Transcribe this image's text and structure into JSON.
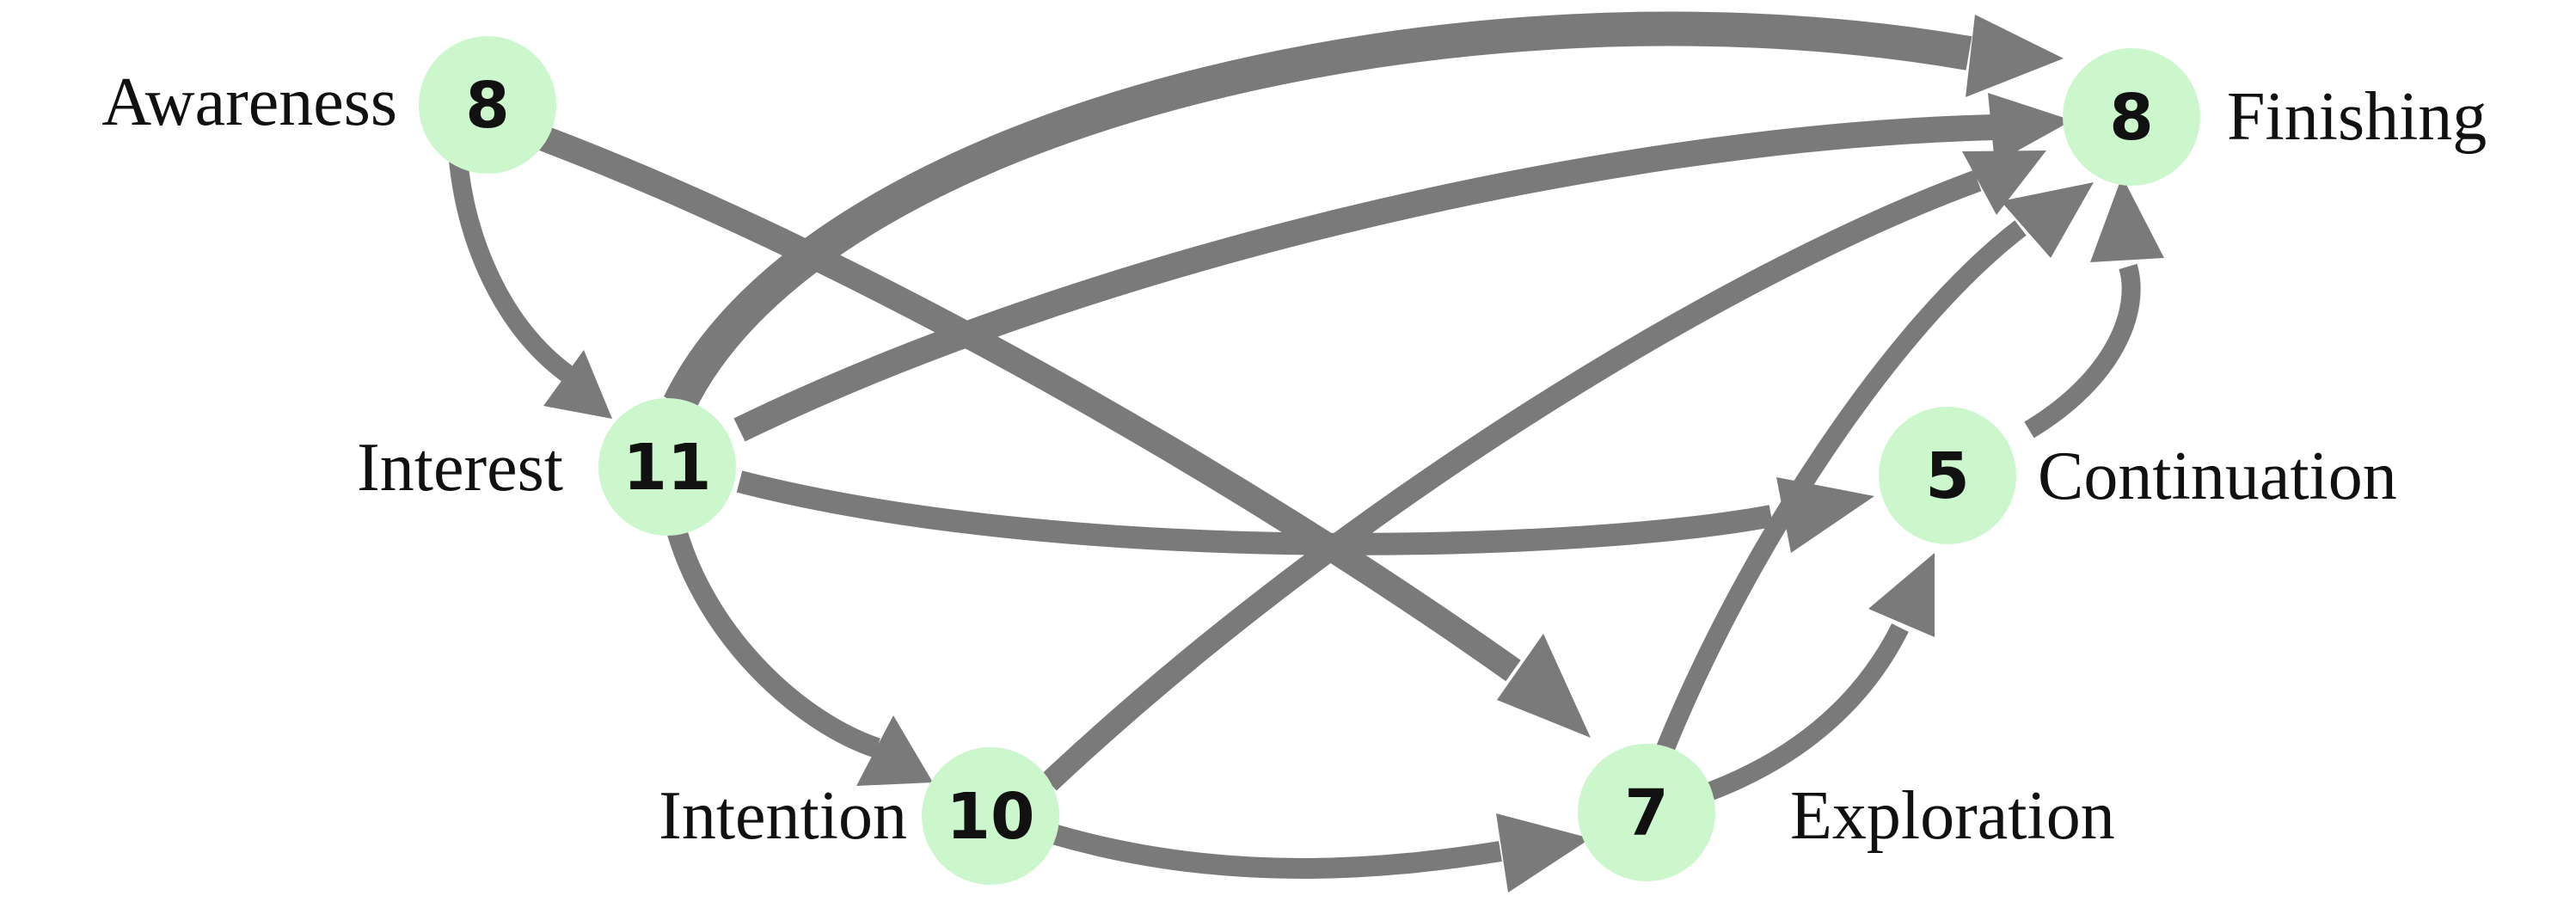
{
  "colors": {
    "edge": "#7a7a7a",
    "node_fill": "#ccf7cc",
    "text": "#111111",
    "background": "#ffffff"
  },
  "nodes": [
    {
      "id": "awareness",
      "count": "8",
      "label": "Awareness"
    },
    {
      "id": "interest",
      "count": "11",
      "label": "Interest"
    },
    {
      "id": "intention",
      "count": "10",
      "label": "Intention"
    },
    {
      "id": "exploration",
      "count": "7",
      "label": "Exploration"
    },
    {
      "id": "continuation",
      "count": "5",
      "label": "Continuation"
    },
    {
      "id": "finishing",
      "count": "8",
      "label": "Finishing"
    }
  ],
  "edges": [
    {
      "from": "awareness",
      "to": "interest"
    },
    {
      "from": "awareness",
      "to": "exploration"
    },
    {
      "from": "interest",
      "to": "finishing"
    },
    {
      "from": "interest",
      "to": "finishing"
    },
    {
      "from": "interest",
      "to": "continuation"
    },
    {
      "from": "interest",
      "to": "intention"
    },
    {
      "from": "intention",
      "to": "finishing"
    },
    {
      "from": "intention",
      "to": "exploration"
    },
    {
      "from": "exploration",
      "to": "finishing"
    },
    {
      "from": "exploration",
      "to": "continuation"
    },
    {
      "from": "continuation",
      "to": "finishing"
    }
  ]
}
